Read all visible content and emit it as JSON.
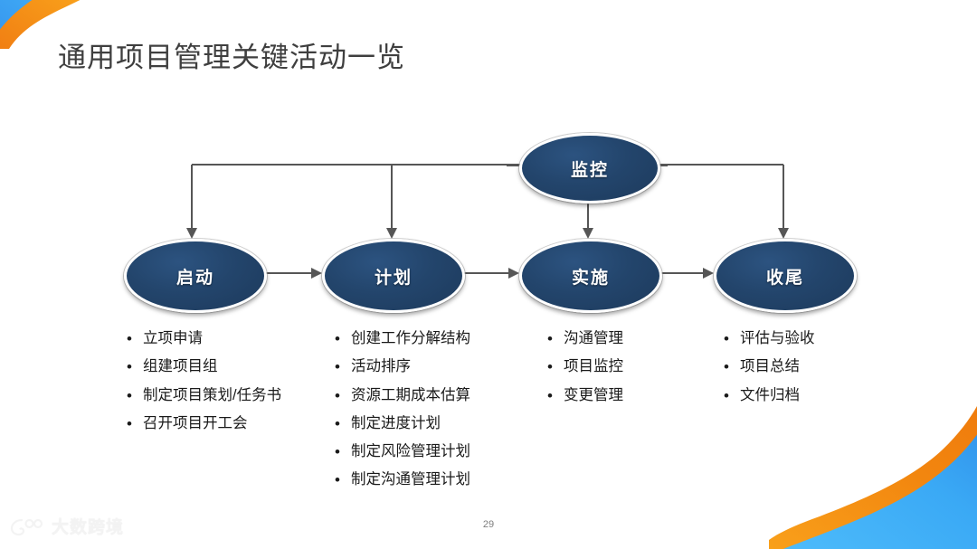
{
  "slide": {
    "title": "通用项目管理关键活动一览",
    "page_number": "29",
    "watermark_text": "大数跨境",
    "colors": {
      "title": "#3f3f3f",
      "node_fill": "#234569",
      "node_text": "#ffffff",
      "connector": "#565656",
      "accent_blue": "#3aa9f5",
      "accent_orange": "#f2941c",
      "bullet_text": "#1a1a1a"
    }
  },
  "diagram": {
    "type": "process-flow",
    "monitor_node": {
      "label": "监控"
    },
    "phase_nodes": [
      {
        "label": "启动"
      },
      {
        "label": "计划"
      },
      {
        "label": "实施"
      },
      {
        "label": "收尾"
      }
    ],
    "columns": [
      {
        "phase": "启动",
        "items": [
          "立项申请",
          "组建项目组",
          "制定项目策划/任务书",
          "召开项目开工会"
        ]
      },
      {
        "phase": "计划",
        "items": [
          "创建工作分解结构",
          "活动排序",
          "资源工期成本估算",
          "制定进度计划",
          "制定风险管理计划",
          "制定沟通管理计划"
        ]
      },
      {
        "phase": "实施",
        "items": [
          "沟通管理",
          "项目监控",
          "变更管理"
        ]
      },
      {
        "phase": "收尾",
        "items": [
          "评估与验收",
          "项目总结",
          "文件归档"
        ]
      }
    ],
    "bullet_glyph": "•"
  }
}
